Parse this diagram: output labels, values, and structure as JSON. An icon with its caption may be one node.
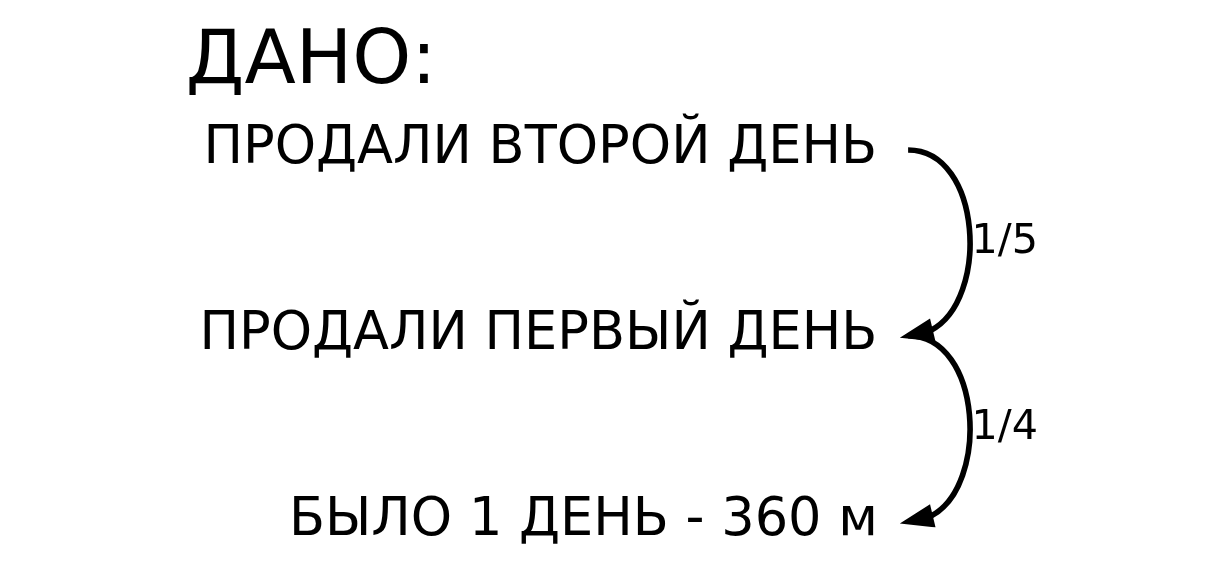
{
  "diagram": {
    "title": "ДАНО:",
    "nodes": [
      {
        "text": [
          "БЫЛО 1 ДЕНЬ - 360 м"
        ]
      },
      {
        "text": [
          "ПРОДАЛИ ПЕРВЫЙ ДЕНЬ"
        ]
      },
      {
        "text": [
          "ПРОДАЛИ ВТОРОЙ ДЕНЬ"
        ]
      }
    ],
    "edges": [
      {
        "from": 1,
        "to": 0,
        "arrow": "to",
        "label": "1/4"
      },
      {
        "from": 2,
        "to": 1,
        "arrow": "to",
        "label": "1/5"
      }
    ]
  }
}
